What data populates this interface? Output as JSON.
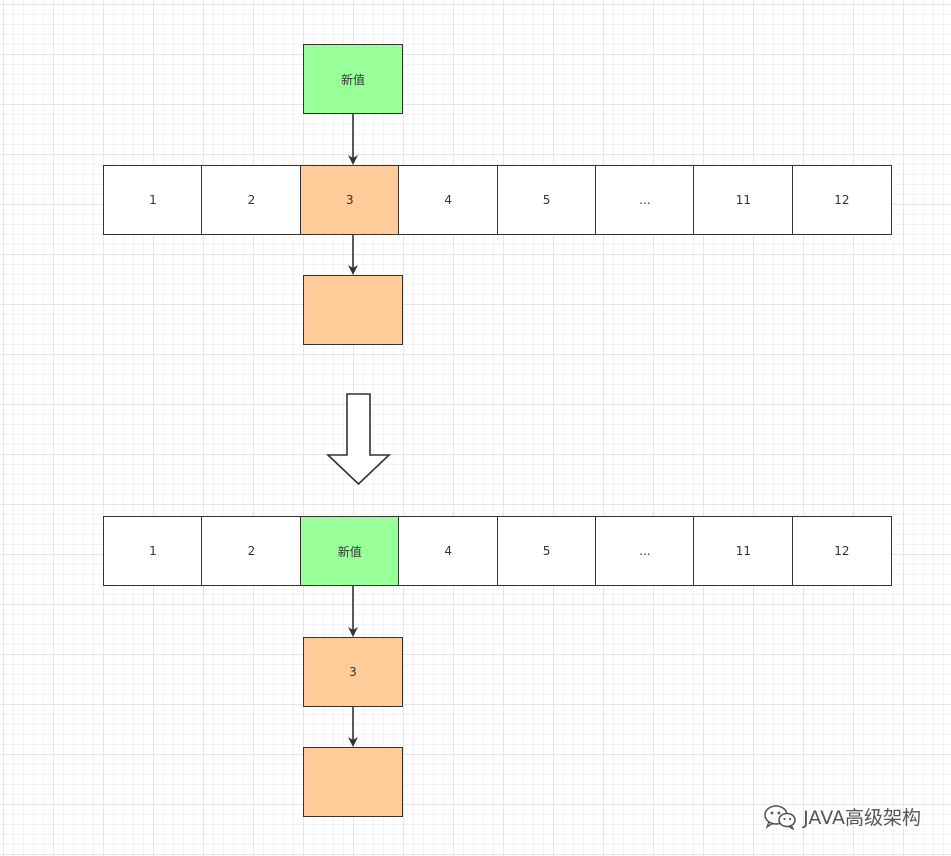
{
  "top": {
    "new_value_label": "新值",
    "array_cells": [
      "1",
      "2",
      "3",
      "4",
      "5",
      "...",
      "11",
      "12"
    ],
    "highlight_index": 2,
    "chain_node_label": ""
  },
  "bottom": {
    "array_cells": [
      "1",
      "2",
      "新值",
      "4",
      "5",
      "...",
      "11",
      "12"
    ],
    "highlight_index": 2,
    "chain_nodes": [
      "3",
      ""
    ]
  },
  "colors": {
    "new_value_fill": "#99ff99",
    "old_node_fill": "#ffcc99",
    "stroke": "#333333"
  },
  "watermark": {
    "text": "JAVA高级架构",
    "icon": "wechat-icon"
  }
}
